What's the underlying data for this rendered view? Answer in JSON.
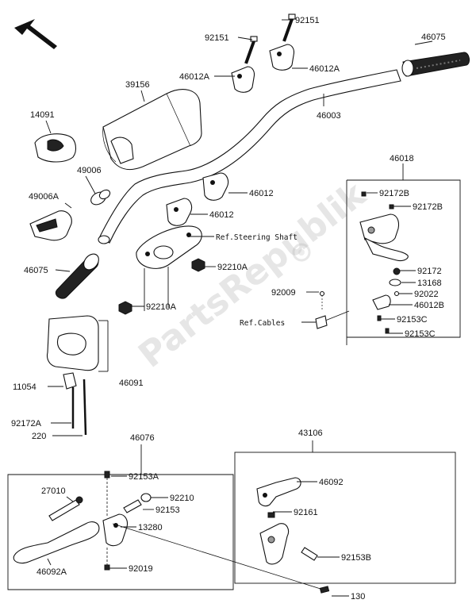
{
  "watermark": "PartsRepublik",
  "refs": {
    "steering_shaft": "Ref.Steering Shaft",
    "cables": "Ref.Cables"
  },
  "part_numbers": {
    "p92151_top": "92151",
    "p92151_left": "92151",
    "p46075_right": "46075",
    "p46012A_left": "46012A",
    "p46012A_right": "46012A",
    "p39156": "39156",
    "p46003": "46003",
    "p14091": "14091",
    "p49006": "49006",
    "p49006A": "49006A",
    "p46012_right": "46012",
    "p46012_mid": "46012",
    "p46075_left": "46075",
    "p92210A_1": "92210A",
    "p92210A_2": "92210A",
    "p46018": "46018",
    "p92172B_1": "92172B",
    "p92172B_2": "92172B",
    "p92172": "92172",
    "p13168": "13168",
    "p92022": "92022",
    "p92009": "92009",
    "p46012B": "46012B",
    "p92153C_1": "92153C",
    "p92153C_2": "92153C",
    "p46091": "46091",
    "p11054": "11054",
    "p92172A": "92172A",
    "p220": "220",
    "p46076": "46076",
    "p43106": "43106",
    "p92153A": "92153A",
    "p27010": "27010",
    "p92210": "92210",
    "p92153": "92153",
    "p13280": "13280",
    "p46092A": "46092A",
    "p92019": "92019",
    "p46092": "46092",
    "p92161": "92161",
    "p92153B": "92153B",
    "p130": "130"
  }
}
